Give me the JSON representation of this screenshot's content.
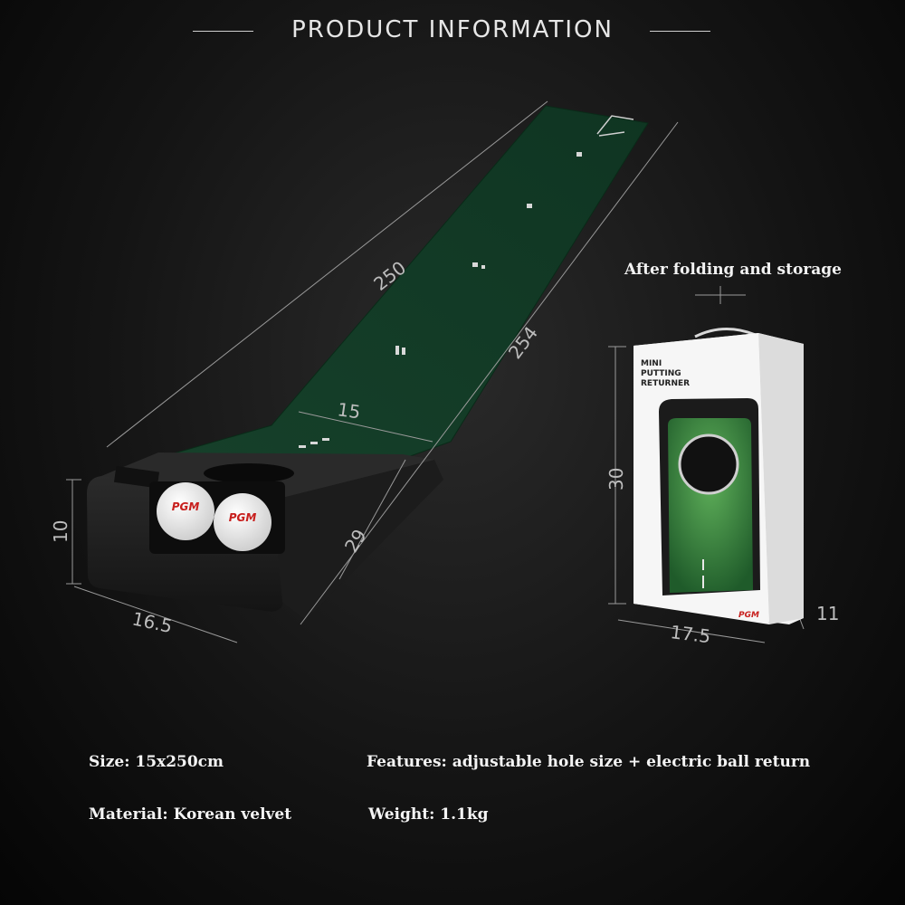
{
  "header": {
    "title": "PRODUCT INFORMATION"
  },
  "dimensions": {
    "mat_length_inner": "250",
    "mat_length_outer": "254",
    "mat_width": "15",
    "base_height": "10",
    "base_depth": "29",
    "base_width": "16.5",
    "box_height": "30",
    "box_width": "17.5",
    "box_depth": "11"
  },
  "folding": {
    "title": "After folding and storage"
  },
  "box": {
    "line1": "MINI",
    "line2": "PUTTING",
    "line3": "RETURNER",
    "brand": "PGM"
  },
  "balls": {
    "brand": "PGM"
  },
  "specs": {
    "size": "Size: 15x250cm",
    "features": "Features: adjustable hole size + electric ball return",
    "material": "Material: Korean velvet",
    "weight": "Weight: 1.1kg"
  },
  "colors": {
    "mat_green": "#1f4a2e",
    "box_green": "#2f7a3a",
    "base_black": "#1b1b1b"
  }
}
